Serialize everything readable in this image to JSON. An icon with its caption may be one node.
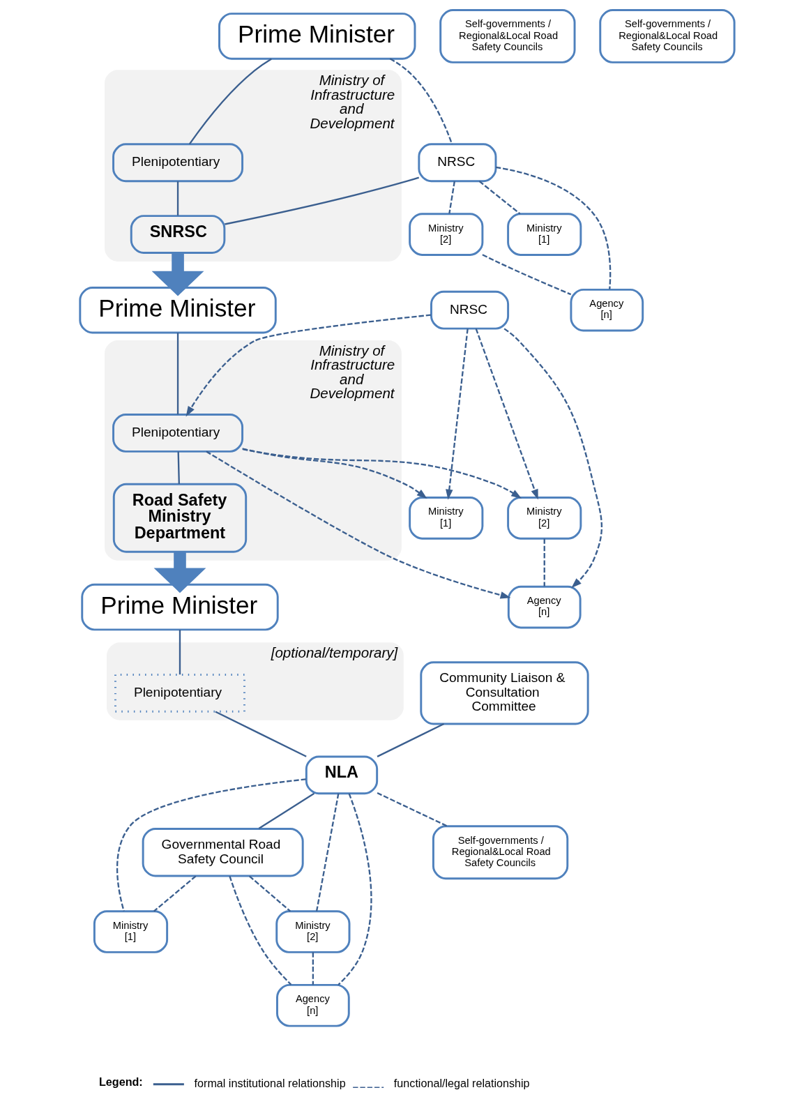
{
  "diagram": {
    "nodes": [
      {
        "text": [
          "Prime Minister"
        ]
      },
      {
        "text": [
          "Ministry of Infrastructure and Development"
        ]
      },
      {
        "text": [
          "Plenipotentiary"
        ],
        "in": 1
      },
      {
        "text": [
          "SNRSC"
        ],
        "in": 1
      },
      {
        "text": [
          "NRSC"
        ]
      },
      {
        "text": [
          "Ministry [1]"
        ]
      },
      {
        "text": [
          "Ministry [2]"
        ]
      },
      {
        "text": [
          "Agency [n]"
        ]
      },
      {
        "text": [
          "Self-governments / Regional&Local Road Safety Councils"
        ]
      },
      {
        "text": [
          "Prime Minister"
        ]
      },
      {
        "text": [
          "Ministry of Infrastructure and Development"
        ]
      },
      {
        "text": [
          "Plenipotentiary"
        ],
        "in": 10
      },
      {
        "text": [
          "Road Safety Ministry Department"
        ],
        "in": 10
      },
      {
        "text": [
          "NRSC"
        ]
      },
      {
        "text": [
          "Ministry [1]"
        ]
      },
      {
        "text": [
          "Ministry [2]"
        ]
      },
      {
        "text": [
          "Agency [n]"
        ]
      },
      {
        "text": [
          "Self-governments / Regional&Local Road Safety Councils"
        ]
      },
      {
        "text": [
          "Prime Minister"
        ]
      },
      {
        "text": [
          "[optional/temporary]"
        ]
      },
      {
        "text": [
          "Plenipotentiary"
        ],
        "in": 19
      },
      {
        "text": [
          "Community Liaison & Consultation Committee"
        ]
      },
      {
        "text": [
          "NLA"
        ]
      },
      {
        "text": [
          "Governmental Road Safety Council"
        ]
      },
      {
        "text": [
          "Self-governments / Regional&Local Road Safety Councils"
        ]
      },
      {
        "text": [
          "Ministry [1]"
        ]
      },
      {
        "text": [
          "Ministry [2]"
        ]
      },
      {
        "text": [
          "Agency [n]"
        ]
      }
    ],
    "edges": [
      {
        "from": 0,
        "to": 2,
        "arrow": "none"
      },
      {
        "from": 2,
        "to": 3,
        "arrow": "none"
      },
      {
        "from": 0,
        "to": 4,
        "arrow": "none",
        "style": "dashed"
      },
      {
        "from": 4,
        "to": 3,
        "arrow": "none"
      },
      {
        "from": 4,
        "to": 5,
        "arrow": "none",
        "style": "dashed"
      },
      {
        "from": 4,
        "to": 6,
        "arrow": "none",
        "style": "dashed"
      },
      {
        "from": 4,
        "to": 7,
        "arrow": "none",
        "style": "dashed"
      },
      {
        "from": 6,
        "to": 7,
        "arrow": "none",
        "style": "dashed"
      },
      {
        "from": 3,
        "to": 9,
        "arrow": "to",
        "style": "thick",
        "color": "#4f81bd"
      },
      {
        "from": 9,
        "to": 11,
        "arrow": "none"
      },
      {
        "from": 11,
        "to": 12,
        "arrow": "none"
      },
      {
        "from": 13,
        "to": 11,
        "arrow": "to",
        "style": "dashed"
      },
      {
        "from": 13,
        "to": 14,
        "arrow": "to",
        "style": "dashed"
      },
      {
        "from": 13,
        "to": 15,
        "arrow": "to",
        "style": "dashed"
      },
      {
        "from": 13,
        "to": 16,
        "arrow": "to",
        "style": "dashed"
      },
      {
        "from": 11,
        "to": 14,
        "arrow": "to",
        "style": "dashed"
      },
      {
        "from": 11,
        "to": 15,
        "arrow": "to",
        "style": "dashed"
      },
      {
        "from": 11,
        "to": 16,
        "arrow": "to",
        "style": "dashed"
      },
      {
        "from": 15,
        "to": 16,
        "arrow": "none",
        "style": "dashed"
      },
      {
        "from": 12,
        "to": 18,
        "arrow": "to",
        "style": "thick",
        "color": "#4f81bd"
      },
      {
        "from": 18,
        "to": 20,
        "arrow": "none"
      },
      {
        "from": 20,
        "to": 22,
        "arrow": "none"
      },
      {
        "from": 21,
        "to": 22,
        "arrow": "none"
      },
      {
        "from": 22,
        "to": 23,
        "arrow": "none"
      },
      {
        "from": 22,
        "to": 24,
        "arrow": "none",
        "style": "dashed"
      },
      {
        "from": 22,
        "to": 25,
        "arrow": "none",
        "style": "dashed"
      },
      {
        "from": 22,
        "to": 26,
        "arrow": "none",
        "style": "dashed"
      },
      {
        "from": 22,
        "to": 27,
        "arrow": "none",
        "style": "dashed"
      },
      {
        "from": 23,
        "to": 25,
        "arrow": "none",
        "style": "dashed"
      },
      {
        "from": 23,
        "to": 26,
        "arrow": "none",
        "style": "dashed"
      },
      {
        "from": 23,
        "to": 27,
        "arrow": "none",
        "style": "dashed"
      },
      {
        "from": 26,
        "to": 27,
        "arrow": "none",
        "style": "dashed"
      }
    ],
    "labels": [
      "Legend:"
    ],
    "legend": [
      {
        "text": "formal institutional relationship"
      },
      {
        "text": "functional/legal relationship"
      }
    ]
  }
}
